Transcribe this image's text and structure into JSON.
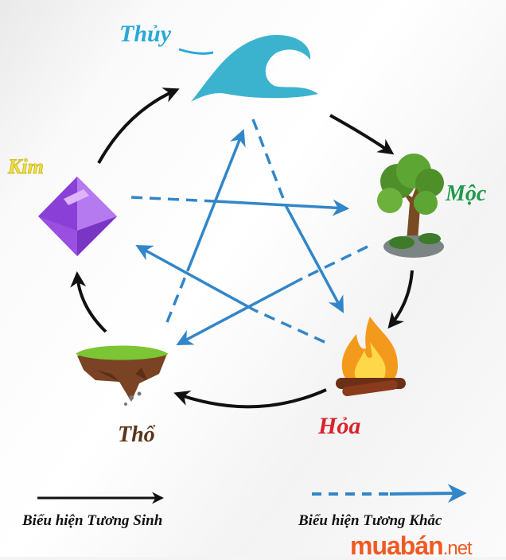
{
  "elements": {
    "thuy": {
      "label": "Thủy",
      "color": "#29a8d8",
      "icon": "wave-icon"
    },
    "moc": {
      "label": "Mộc",
      "color": "#1f9a4a",
      "icon": "tree-icon"
    },
    "hoa": {
      "label": "Hỏa",
      "color": "#d8232a",
      "icon": "fire-icon"
    },
    "tho": {
      "label": "Thổ",
      "color": "#5a3418",
      "icon": "floating-land-icon"
    },
    "kim": {
      "label": "Kim",
      "color": "#f0e040",
      "icon": "gem-icon"
    }
  },
  "cycles": {
    "tuong_sinh": {
      "color": "#111111",
      "order": [
        "Kim",
        "Thủy",
        "Mộc",
        "Hỏa",
        "Thổ",
        "Kim"
      ]
    },
    "tuong_khac": {
      "color": "#3286c8",
      "pairs": [
        [
          "Kim",
          "Mộc"
        ],
        [
          "Mộc",
          "Thổ"
        ],
        [
          "Thổ",
          "Thủy"
        ],
        [
          "Thủy",
          "Hỏa"
        ],
        [
          "Hỏa",
          "Kim"
        ]
      ]
    }
  },
  "legend": {
    "sinh_label": "Biểu hiện Tương Sinh",
    "khac_label": "Biểu hiện Tương Khắc"
  },
  "watermark": {
    "main": "muabán",
    "suffix": ".net",
    "color": "#f05a22"
  }
}
